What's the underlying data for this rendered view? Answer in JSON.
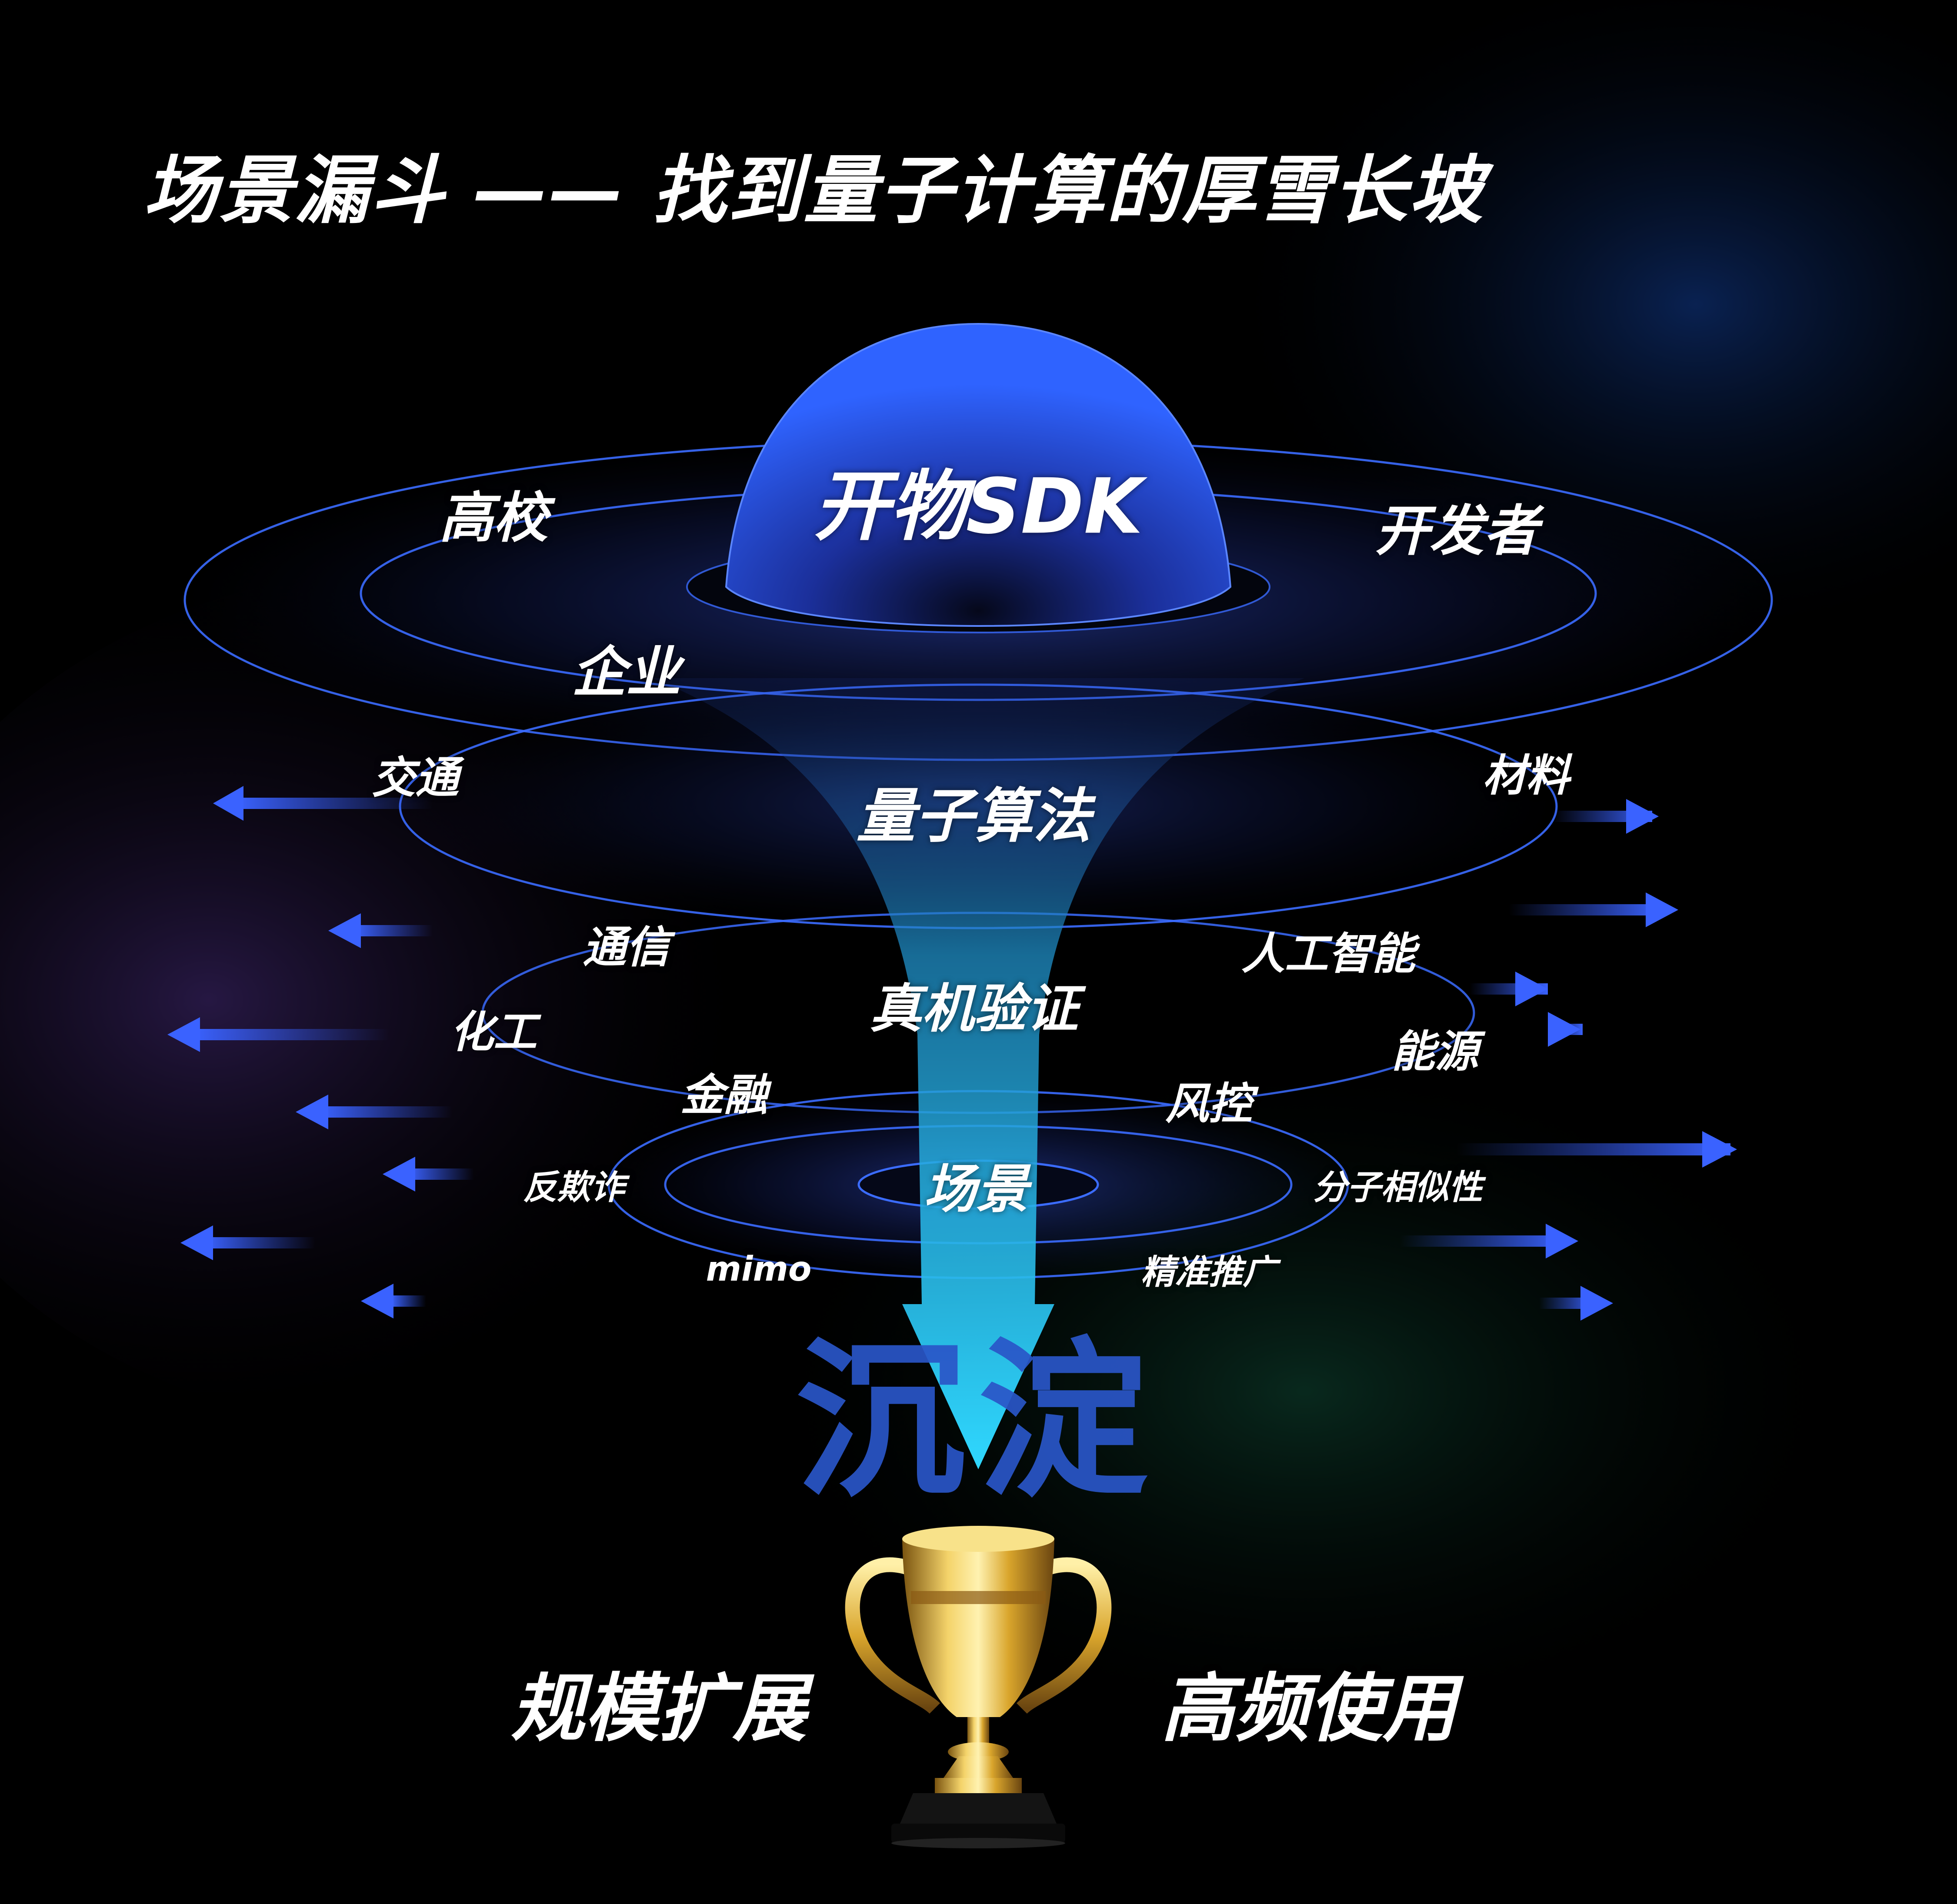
{
  "title": "场景漏斗 —— 找到量子计算的厚雪长坡",
  "dome_label": "开物SDK",
  "funnel_labels": {
    "algorithm": "量子算法",
    "verification": "真机验证",
    "scenario": "场景"
  },
  "user_groups": {
    "university": "高校",
    "developer": "开发者",
    "enterprise": "企业"
  },
  "domains": {
    "transport": "交通",
    "materials": "材料",
    "communication": "通信",
    "ai": "人工智能",
    "chemical": "化工",
    "energy": "能源",
    "finance": "金融",
    "risk": "风控"
  },
  "applications": {
    "anti_fraud": "反欺诈",
    "molecular_similarity": "分子相似性",
    "mimo": "mimo",
    "precision_marketing": "精准推广"
  },
  "sediment": "沉淀",
  "outcomes": {
    "scale": "规模扩展",
    "frequency": "高频使用"
  },
  "colors": {
    "ring": "#3b6cff",
    "dome": "#2a55e0",
    "funnel_top": "#1f3fa8",
    "funnel_bottom": "#2fd6ff",
    "arrow": "#3155e6",
    "gold": "#e0b43a"
  }
}
